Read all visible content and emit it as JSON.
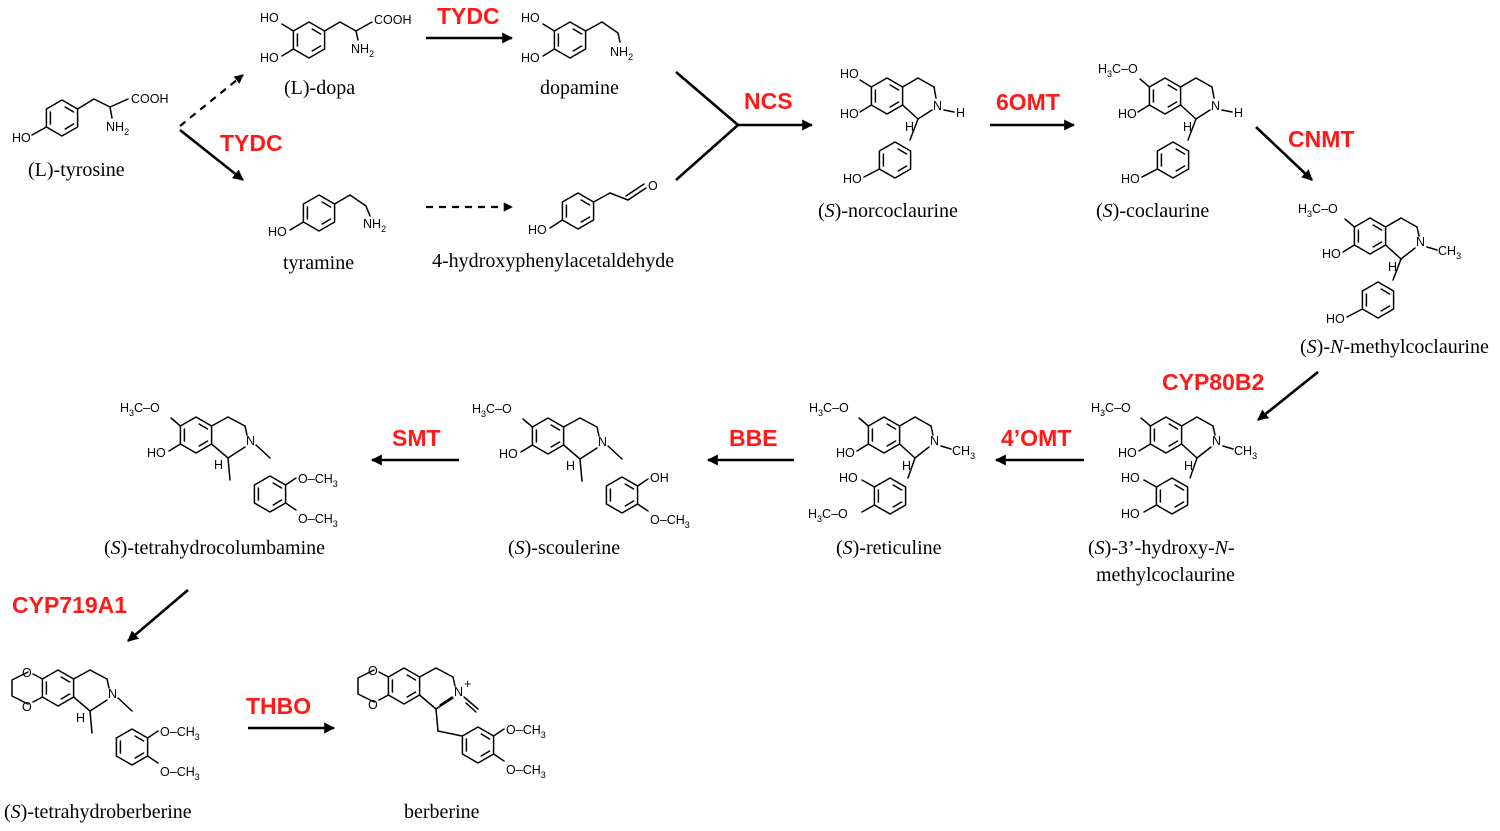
{
  "compounds": {
    "tyrosine": "(L)-tyrosine",
    "dopa": "(L)-dopa",
    "dopamine": "dopamine",
    "tyramine": "tyramine",
    "hpaa": "4-hydroxyphenylacetaldehyde",
    "norcoclaurine": {
      "prefix": "(",
      "stereo": "S",
      "rest": ")-norcoclaurine"
    },
    "coclaurine": {
      "prefix": "(",
      "stereo": "S",
      "rest": ")-coclaurine"
    },
    "methylcoclaurine": {
      "prefix": "(",
      "stereo": "S",
      "mid": ")-",
      "n": "N",
      "rest": "-methylcoclaurine"
    },
    "hydroxymethylcoclaurine": {
      "prefix": "(",
      "stereo": "S",
      "mid": ")-3’-hydroxy-",
      "n": "N",
      "rest": "-",
      "line2": "methylcoclaurine"
    },
    "reticuline": {
      "prefix": "(",
      "stereo": "S",
      "rest": ")-reticuline"
    },
    "scoulerine": {
      "prefix": "(",
      "stereo": "S",
      "rest": ")-scoulerine"
    },
    "tetrahydrocolumbamine": {
      "prefix": "(",
      "stereo": "S",
      "rest": ")-tetrahydrocolumbamine"
    },
    "tetrahydroberberine": {
      "prefix": "(",
      "stereo": "S",
      "rest": ")-tetrahydroberberine"
    },
    "berberine": "berberine"
  },
  "enzymes": {
    "tydc_top": "TYDC",
    "tydc_left": "TYDC",
    "ncs": "NCS",
    "omt6": "6OMT",
    "cnmt": "CNMT",
    "cyp80b2": "CYP80B2",
    "omt4": "4’OMT",
    "bbe": "BBE",
    "smt": "SMT",
    "cyp719a1": "CYP719A1",
    "thbo": "THBO"
  },
  "atoms": {
    "ho": "HO",
    "oh": "OH",
    "cooh": "COOH",
    "nh2": "NH",
    "sub2": "2",
    "h": "H",
    "n": "N",
    "o": "O",
    "h3c": "H",
    "sub3": "3",
    "c": "C",
    "nplus": "+",
    "ch3_c": "CH",
    "och3_o": "O",
    "dash": "–"
  },
  "colors": {
    "enzyme": "#ff1a1a",
    "structure": "#000000",
    "background": "#ffffff"
  }
}
